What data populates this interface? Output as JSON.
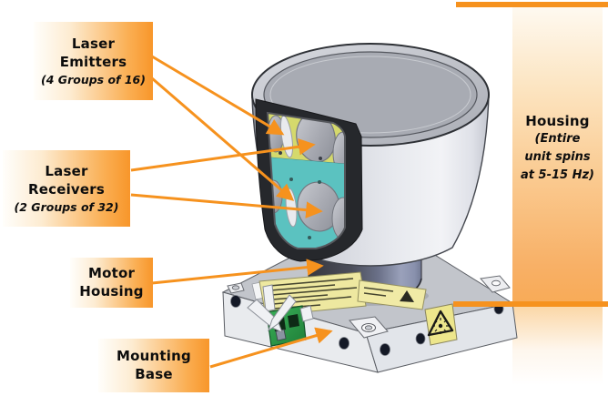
{
  "callouts": {
    "laser_emitters": {
      "lines": [
        "Laser",
        "Emitters"
      ],
      "sub": "(4 Groups of 16)"
    },
    "laser_receivers": {
      "lines": [
        "Laser",
        "Receivers"
      ],
      "sub": "(2 Groups of 32)"
    },
    "motor_housing": {
      "lines": [
        "Motor",
        "Housing"
      ]
    },
    "mounting_base": {
      "lines": [
        "Mounting",
        "Base"
      ]
    }
  },
  "side_panel": {
    "title": "Housing",
    "sub_lines": [
      "(Entire",
      "unit spins",
      "at 5-15 Hz)"
    ]
  },
  "icons": {
    "laser_warning": "laser-starburst-in-triangle"
  },
  "colors": {
    "accent_orange": "#F6921E",
    "callout_gradient_end": "#F8962A",
    "panel_mid_orange": "#FACA90",
    "window_upper_yellow": "#D5D96C",
    "window_lower_teal": "#5BC2C0",
    "connector_green": "#2FA24C",
    "warning_label_yellow": "#EDE68C",
    "spec_sticker_yellow": "#EEE8A0",
    "housing_gray": "#D9DBE1",
    "motor_gray_blue": "#6A7088"
  }
}
